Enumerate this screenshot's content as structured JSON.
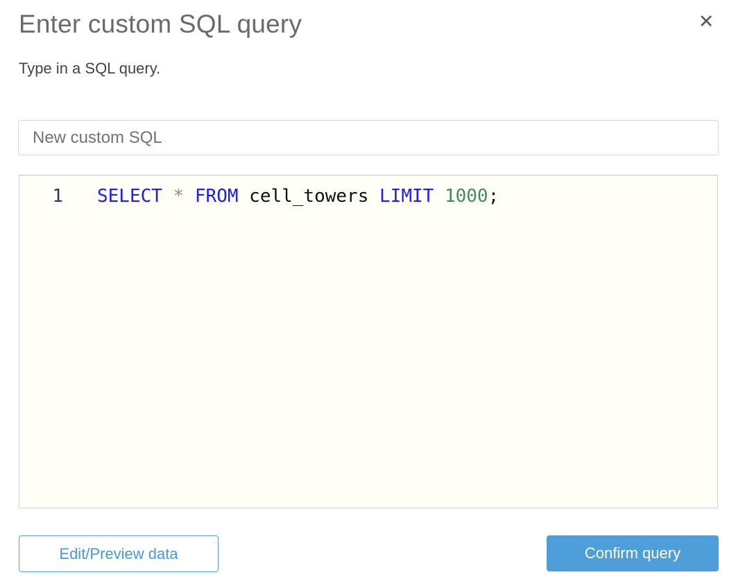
{
  "dialog": {
    "title": "Enter custom SQL query",
    "subtitle": "Type in a SQL query.",
    "close_icon": "✕"
  },
  "name_input": {
    "value": "New custom SQL"
  },
  "sql_editor": {
    "line_number": "1",
    "code_plain": "SELECT * FROM cell_towers LIMIT 1000;",
    "tokens": [
      {
        "type": "keyword",
        "text": "SELECT"
      },
      {
        "type": "operator",
        "text": " * "
      },
      {
        "type": "keyword",
        "text": "FROM"
      },
      {
        "type": "identifier",
        "text": " cell_towers "
      },
      {
        "type": "keyword",
        "text": "LIMIT"
      },
      {
        "type": "number",
        "text": " 1000"
      },
      {
        "type": "punctuation",
        "text": ";"
      }
    ]
  },
  "footer": {
    "edit_preview_label": "Edit/Preview data",
    "confirm_label": "Confirm query"
  },
  "colors": {
    "accent_blue": "#4e9fd9",
    "outline_button_blue": "#4499e0",
    "keyword_blue": "#1d1df2",
    "number_green": "#3f8b5f",
    "line_number_navy": "#2b3172",
    "editor_background": "#fffef7",
    "title_gray": "#6a6a6a"
  }
}
